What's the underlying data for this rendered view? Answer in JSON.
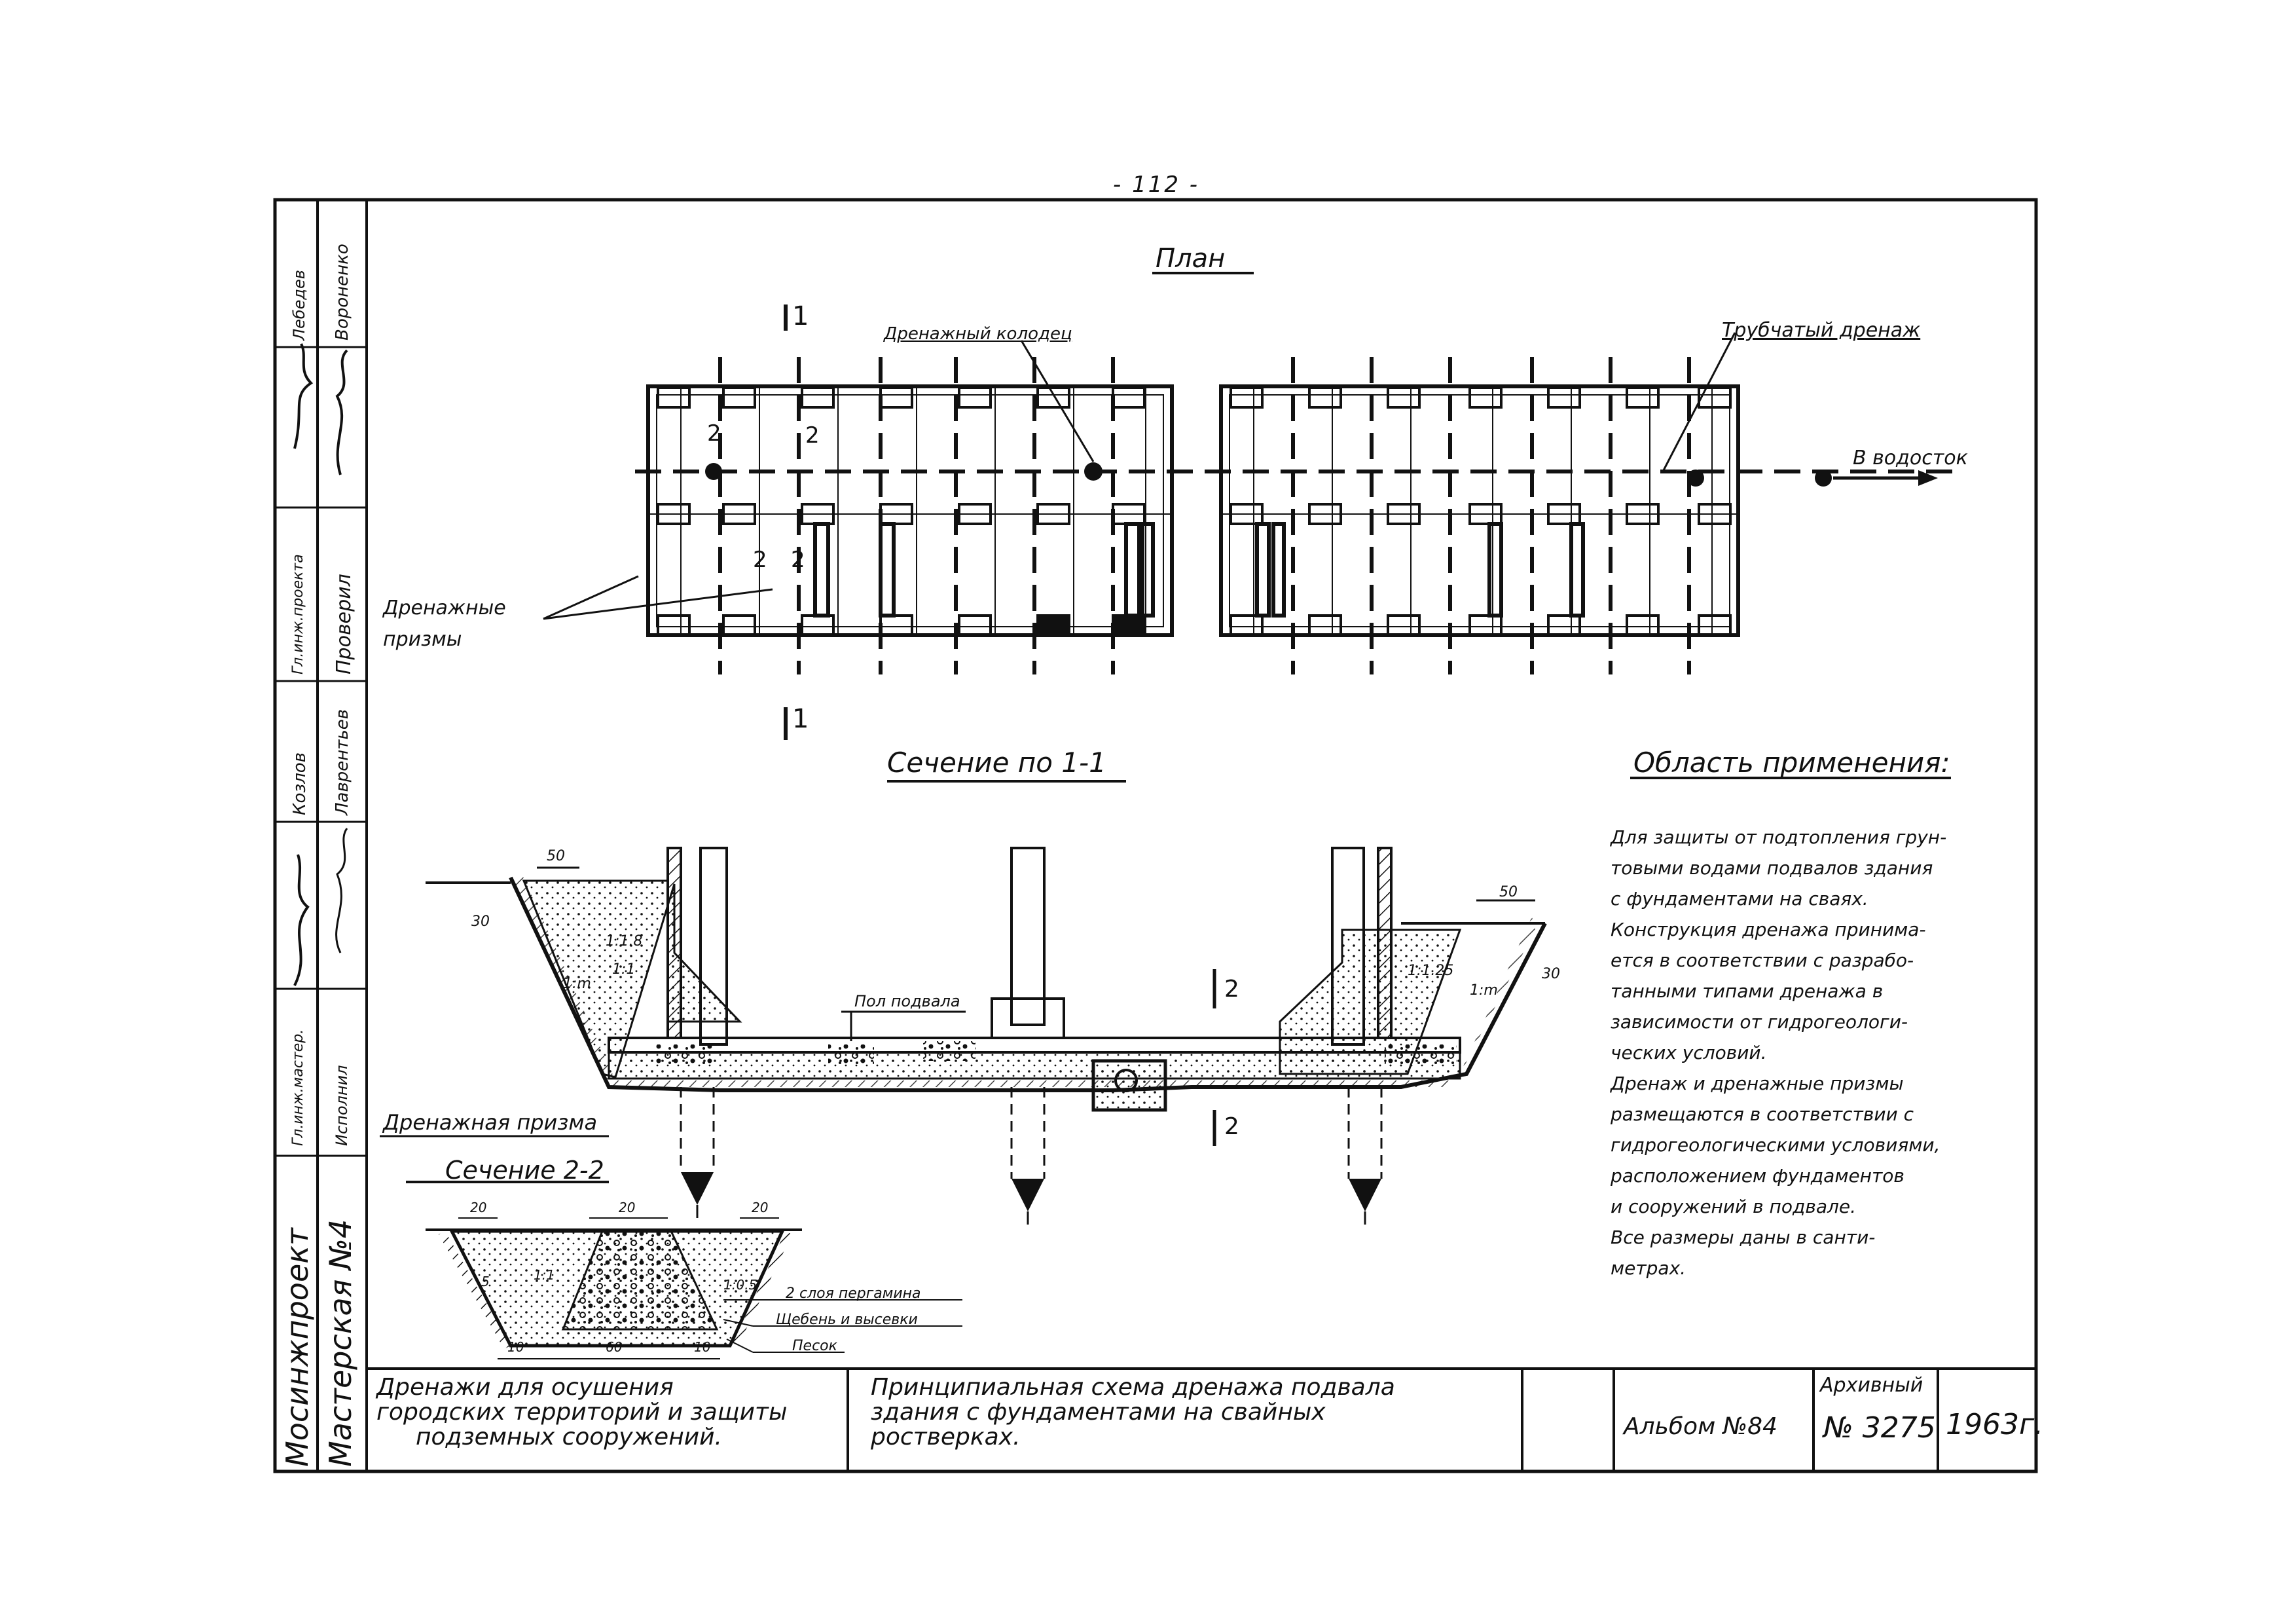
{
  "page_number": "- 112 -",
  "plan": {
    "title": "План",
    "section_mark": "1",
    "label_well": "Дренажный колодец",
    "label_pipe_drain": "Трубчатый дренаж",
    "label_outlet": "В водосток",
    "label_prisms": "Дренажные призмы",
    "cut_mark": "2"
  },
  "section11": {
    "title": "Сечение по 1-1",
    "floor_label": "Пол подвала",
    "cut_mark": "2",
    "dim_50": "50",
    "dim_30": "30",
    "slope_a": "1:1.8",
    "slope_b": "1:1",
    "slope_m": "1:m",
    "slope_c": "1:1.25"
  },
  "section22": {
    "caption": "Дренажная призма",
    "title": "Сечение 2-2",
    "dim_20": "20",
    "dim_10": "10",
    "dim_60": "60",
    "dim_5": "5",
    "slope": "1:1",
    "slope_b": "1:0.5",
    "layer_1": "2 слоя пергамина",
    "layer_2": "Щебень и высевки",
    "layer_3": "Песок"
  },
  "application": {
    "title": "Область применения:",
    "lines": [
      "Для защиты от подтопления грун-",
      "товыми водами подвалов здания",
      "с фундаментами на сваях.",
      "Конструкция дренажа принима-",
      "ется в соответствии с разрабо-",
      "танными типами дренажа в",
      "зависимости от гидрогеологи-",
      "ческих условий.",
      "Дренаж и дренажные призмы",
      "размещаются в соответствии с",
      "гидрогеологическими условиями,",
      "расположением фундаментов",
      "и сооружений в подвале.",
      "Все размеры даны в санти-",
      "метрах."
    ]
  },
  "side_stamp": {
    "org": "Мосинжпроект",
    "workshop": "Мастерская №4",
    "roles": [
      "Гл.инж.мастер.",
      "Гл.инж.проекта",
      "Проверил",
      "Исполнил"
    ],
    "names": [
      "Лебедев",
      "Вороненко",
      "Лаврентьев",
      "Козлов"
    ]
  },
  "title_block": {
    "col1": [
      "Дренажи для осушения",
      "городских территорий и защиты",
      "подземных сооружений."
    ],
    "col2": [
      "Принципиальная схема дренажа подвала",
      "здания с фундаментами на свайных",
      "ростверках."
    ],
    "album": "Альбом №84",
    "archive_label": "Архивный",
    "archive_no": "№ 3275",
    "year": "1963г."
  }
}
